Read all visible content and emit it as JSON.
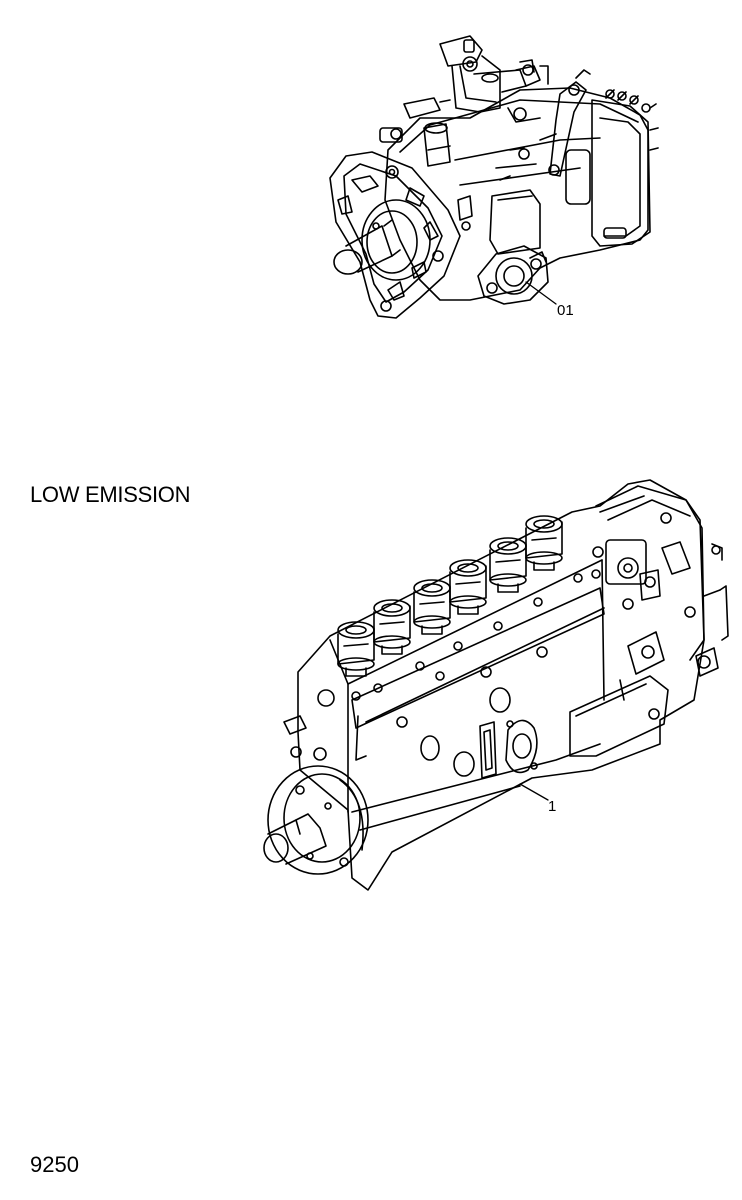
{
  "upper_assembly": {
    "callout": "01"
  },
  "section": {
    "title": "LOW EMISSION"
  },
  "lower_assembly": {
    "callout": "1"
  },
  "page": {
    "number": "9250"
  }
}
